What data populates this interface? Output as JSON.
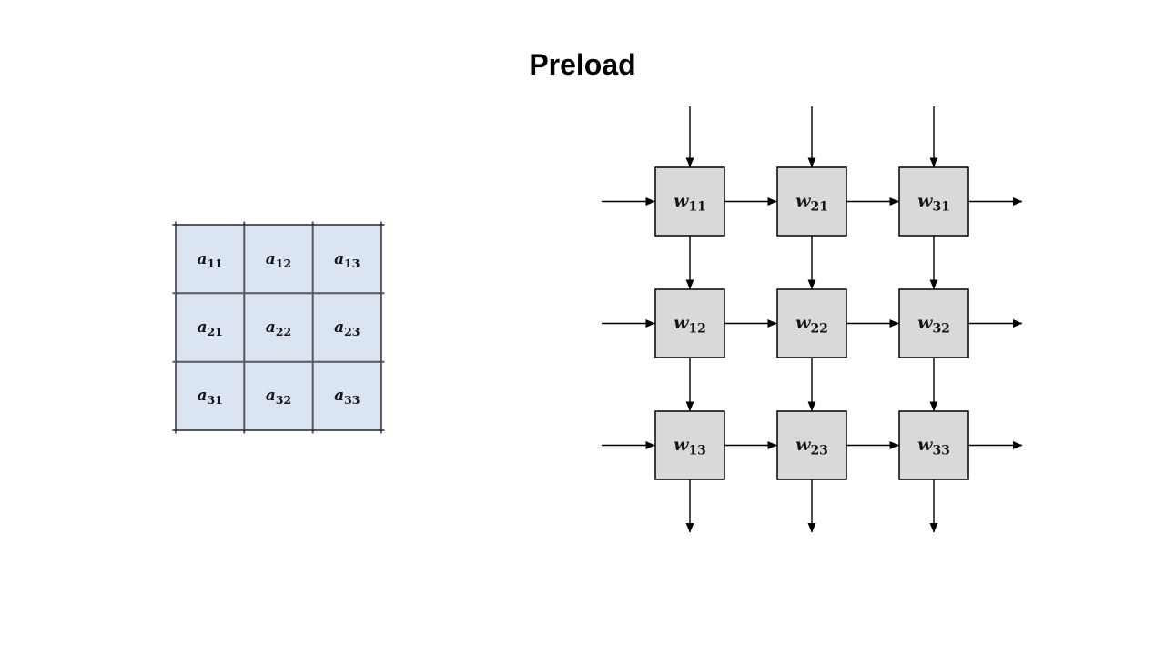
{
  "slide": {
    "title": "Preload",
    "background": "#ffffff"
  },
  "matrix": {
    "fill": "#dbe4f1",
    "grid_inner_color": "#595959",
    "grid_outer_color": "#262626",
    "cells": [
      {
        "base": "a",
        "sub": "11"
      },
      {
        "base": "a",
        "sub": "12"
      },
      {
        "base": "a",
        "sub": "13"
      },
      {
        "base": "a",
        "sub": "21"
      },
      {
        "base": "a",
        "sub": "22"
      },
      {
        "base": "a",
        "sub": "23"
      },
      {
        "base": "a",
        "sub": "31"
      },
      {
        "base": "a",
        "sub": "32"
      },
      {
        "base": "a",
        "sub": "33"
      }
    ]
  },
  "systolic_array": {
    "cell_fill": "#d9d9d9",
    "cell_border": "#000000",
    "arrow_color": "#000000",
    "cells": [
      {
        "base": "w",
        "sub": "11"
      },
      {
        "base": "w",
        "sub": "21"
      },
      {
        "base": "w",
        "sub": "31"
      },
      {
        "base": "w",
        "sub": "12"
      },
      {
        "base": "w",
        "sub": "22"
      },
      {
        "base": "w",
        "sub": "32"
      },
      {
        "base": "w",
        "sub": "13"
      },
      {
        "base": "w",
        "sub": "23"
      },
      {
        "base": "w",
        "sub": "33"
      }
    ]
  }
}
